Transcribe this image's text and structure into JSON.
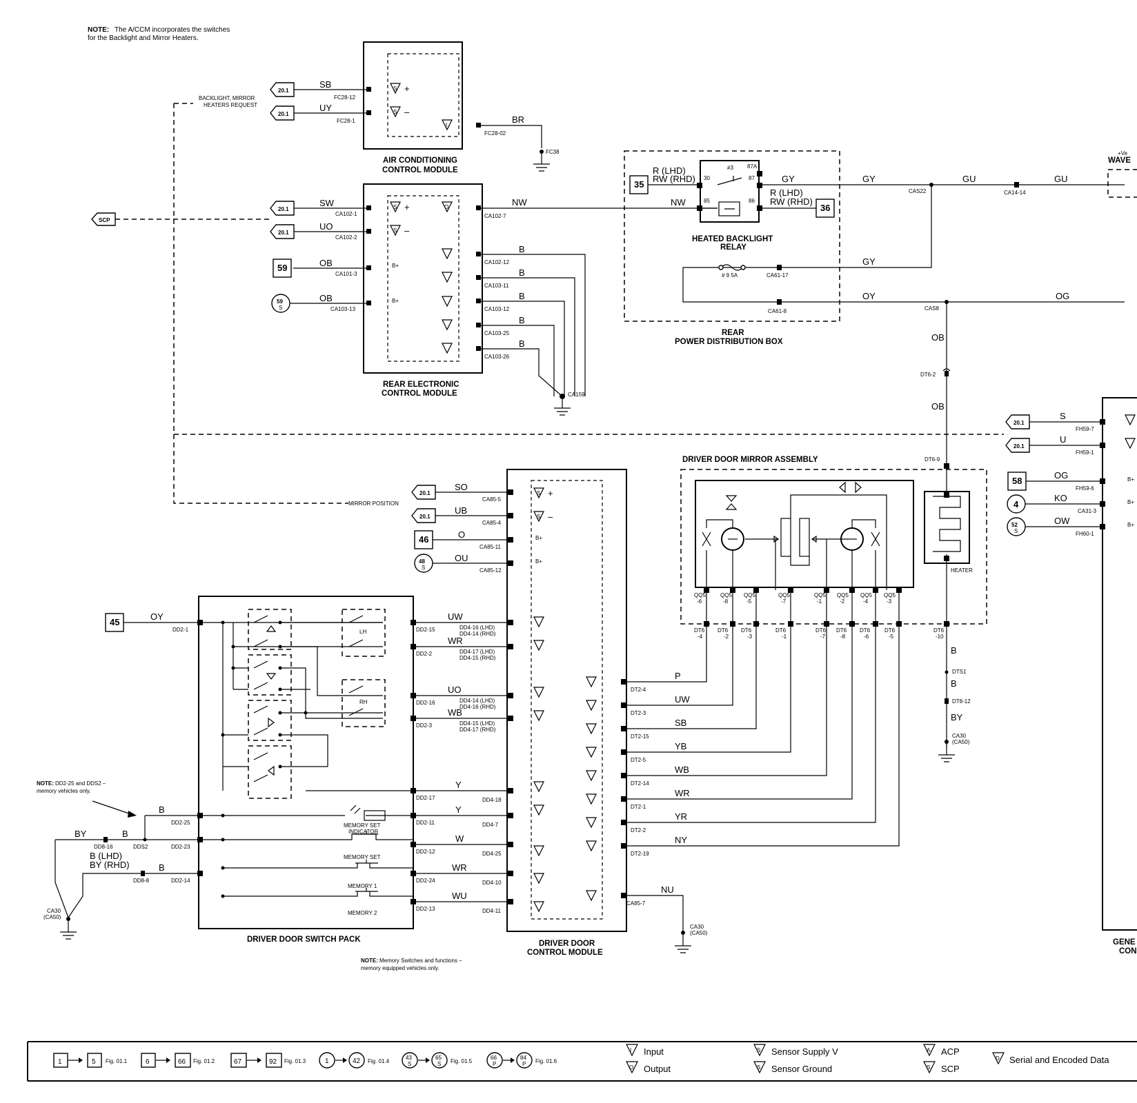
{
  "notes": {
    "top_bold": "NOTE:",
    "top_line1": "The A/CCM incorporates the switches",
    "top_line2": "for the Backlight and Mirror Heaters.",
    "memory_bold": "NOTE:",
    "memory_line1": "DD2-25 and DDS2 –",
    "memory_line2": "memory vehicles only.",
    "switch_bold": "NOTE:",
    "switch_line1": "Memory Switches and functions –",
    "switch_line2": "memory equipped vehicles only."
  },
  "signals": {
    "backlight_line1": "BACKLIGHT, MIRROR",
    "backlight_line2": "HEATERS REQUEST",
    "mirror_position": "MIRROR POSITION",
    "scp": "SCP"
  },
  "modules": {
    "accm_line1": "AIR CONDITIONING",
    "accm_line2": "CONTROL MODULE",
    "recm_line1": "REAR ELECTRONIC",
    "recm_line2": "CONTROL MODULE",
    "relay_line1": "HEATED BACKLIGHT",
    "relay_line2": "RELAY",
    "rpdb_line1": "REAR",
    "rpdb_line2": "POWER DISTRIBUTION BOX",
    "mirror_assy": "DRIVER DOOR MIRROR ASSEMBLY",
    "heater": "HEATER",
    "ddcm_line1": "DRIVER DOOR",
    "ddcm_line2": "CONTROL MODULE",
    "ddsp": "DRIVER DOOR SWITCH PACK",
    "gem_line1": "GENE",
    "gem_line2": "CON",
    "wave_line1": "+Ve",
    "wave_line2": "WAVE"
  },
  "refs": {
    "f20": "20.1",
    "f59": "59",
    "f35": "35",
    "f36": "36",
    "f46": "46",
    "f45": "45",
    "f58": "58",
    "f4": "4",
    "f48": "48",
    "f52": "52",
    "s": "S",
    "scp": "SCP"
  },
  "accm": {
    "w1": "SB",
    "w2": "UY",
    "w3": "BR",
    "p1": "FC28-12",
    "p2": "FC28-1",
    "p3": "FC28-02",
    "gnd": "FC38"
  },
  "recm": {
    "w1": "SW",
    "w2": "UO",
    "w3": "OB",
    "w4": "OB",
    "w5": "NW",
    "wb": "B",
    "p1": "CA102-1",
    "p2": "CA102-2",
    "p3": "CA101-3",
    "p4": "CA103-13",
    "p5": "CA102-7",
    "p6": "CA102-12",
    "p7": "CA103-11",
    "p8": "CA103-12",
    "p9": "CA103-25",
    "p10": "CA103-26",
    "gnd": "CA159",
    "bplus": "B+"
  },
  "relay": {
    "rlhd": "R (LHD)",
    "rwrhd": "RW (RHD)",
    "nw": "NW",
    "gy": "GY",
    "rlhd2": "R (LHD)",
    "rwrhd2": "RW (RHD)",
    "p30": "30",
    "p87": "87",
    "p87a": "87A",
    "p85": "85",
    "p86": "86",
    "p3": "#3",
    "fuse": "# 9 5A",
    "ca617": "CA61-17",
    "ca618": "CA61-8",
    "cas22": "CAS22",
    "cas8": "CAS8",
    "ca1414": "CA14-14",
    "gy2": "GY",
    "gu": "GU",
    "gu2": "GU",
    "gy3": "GY",
    "oy": "OY",
    "og": "OG"
  },
  "heater_circuit": {
    "ob1": "OB",
    "ob2": "OB",
    "dt62": "DT6-2",
    "dt69": "DT6-9",
    "dt610a": "DT6",
    "dt610b": "-10",
    "b1": "B",
    "dts1": "DTS1",
    "b2": "B",
    "dt812": "DT8-12",
    "by": "BY",
    "gnd1": "CA30",
    "gnd2": "(CA50)"
  },
  "gem": {
    "w1": "S",
    "w2": "U",
    "w3": "OG",
    "w4": "KO",
    "w5": "OW",
    "p1": "FH59-7",
    "p2": "FH59-1",
    "p3": "FH59-6",
    "p4": "CA31-3",
    "p5": "FH60-1",
    "bplus": "B+"
  },
  "ddcm": {
    "so": "SO",
    "ub": "UB",
    "o": "O",
    "ou": "OU",
    "ca855": "CA85-5",
    "ca854": "CA85-4",
    "ca8511": "CA85-11",
    "ca8512": "CA85-12",
    "bplus": "B+",
    "out_wires": [
      "P",
      "UW",
      "SB",
      "YB",
      "WB",
      "WR",
      "YR",
      "NY"
    ],
    "out_pins": [
      "DT2-4",
      "DT2-3",
      "DT2-15",
      "DT2-5",
      "DT2-14",
      "DT2-1",
      "DT2-2",
      "DT2-19"
    ],
    "nu": "NU",
    "ca857": "CA85-7",
    "gnd1": "CA30",
    "gnd2": "(CA50)"
  },
  "mirror_pins": {
    "qq": [
      "QQ5",
      "QQ5",
      "QQ5",
      "QQ5",
      "QQ5",
      "QQ5",
      "QQ5",
      "QQ5"
    ],
    "qqn": [
      "-6",
      "-8",
      "-5",
      "-7",
      "-1",
      "-2",
      "-4",
      "-3"
    ],
    "dt": [
      "DT6",
      "DT6",
      "DT6",
      "DT6",
      "DT6",
      "DT6",
      "DT6",
      "DT6"
    ],
    "dtn": [
      "-4",
      "-2",
      "-3",
      "-1",
      "-7",
      "-8",
      "-6",
      "-5"
    ]
  },
  "switchpack": {
    "oy": "OY",
    "dd21": "DD2-1",
    "uw": "UW",
    "wr": "WR",
    "uo": "UO",
    "wb": "WB",
    "y1": "Y",
    "y2": "Y",
    "w": "W",
    "wr2": "WR",
    "wu": "WU",
    "p_left": [
      "DD2-15",
      "DD2-2",
      "DD2-16",
      "DD2-3",
      "DD2-17",
      "DD2-11",
      "DD2-12",
      "DD2-24",
      "DD2-13"
    ],
    "p_right": [
      "DD4-16 (LHD)",
      "DD4-14 (RHD)",
      "DD4-17 (LHD)",
      "DD4-15 (RHD)",
      "DD4-14 (LHD)",
      "DD4-16 (RHD)",
      "DD4-15 (LHD)",
      "DD4-17 (RHD)",
      "DD4-18",
      "DD4-7",
      "DD4-25",
      "DD4-10",
      "DD4-11"
    ],
    "lh": "LH",
    "rh": "RH",
    "mem_set_ind1": "MEMORY SET",
    "mem_set_ind2": "INDICATOR",
    "mem_set": "MEMORY SET",
    "mem1": "MEMORY 1",
    "mem2": "MEMORY 2",
    "dd225": "DD2-25",
    "dd223": "DD2-23",
    "dd214": "DD2-14",
    "b1": "B",
    "b2": "B",
    "b3": "B",
    "by": "BY",
    "blhd": "B (LHD)",
    "byrhd": "BY (RHD)",
    "dd816": "DD8-16",
    "dds2": "DDS2",
    "dd88": "DD8-8",
    "gnd1": "CA30",
    "gnd2": "(CA50)"
  },
  "legend": {
    "fig1": "Fig. 01.1",
    "fig2": "Fig. 01.2",
    "fig3": "Fig. 01.3",
    "fig4": "Fig. 01.4",
    "fig5": "Fig. 01.5",
    "fig6": "Fig. 01.6",
    "r1a": "1",
    "r1b": "5",
    "r2a": "6",
    "r2b": "66",
    "r3a": "67",
    "r3b": "92",
    "r4a": "1",
    "r4b": "42",
    "r5a": "43",
    "r5b": "65",
    "r6a": "66",
    "r6b": "84",
    "sub_s": "S",
    "sub_p": "P",
    "input": "Input",
    "output": "Output",
    "sensor_supply": "Sensor Supply V",
    "sensor_ground": "Sensor Ground",
    "acp": "ACP",
    "scp": "SCP",
    "serial": "Serial and Encoded Data"
  }
}
